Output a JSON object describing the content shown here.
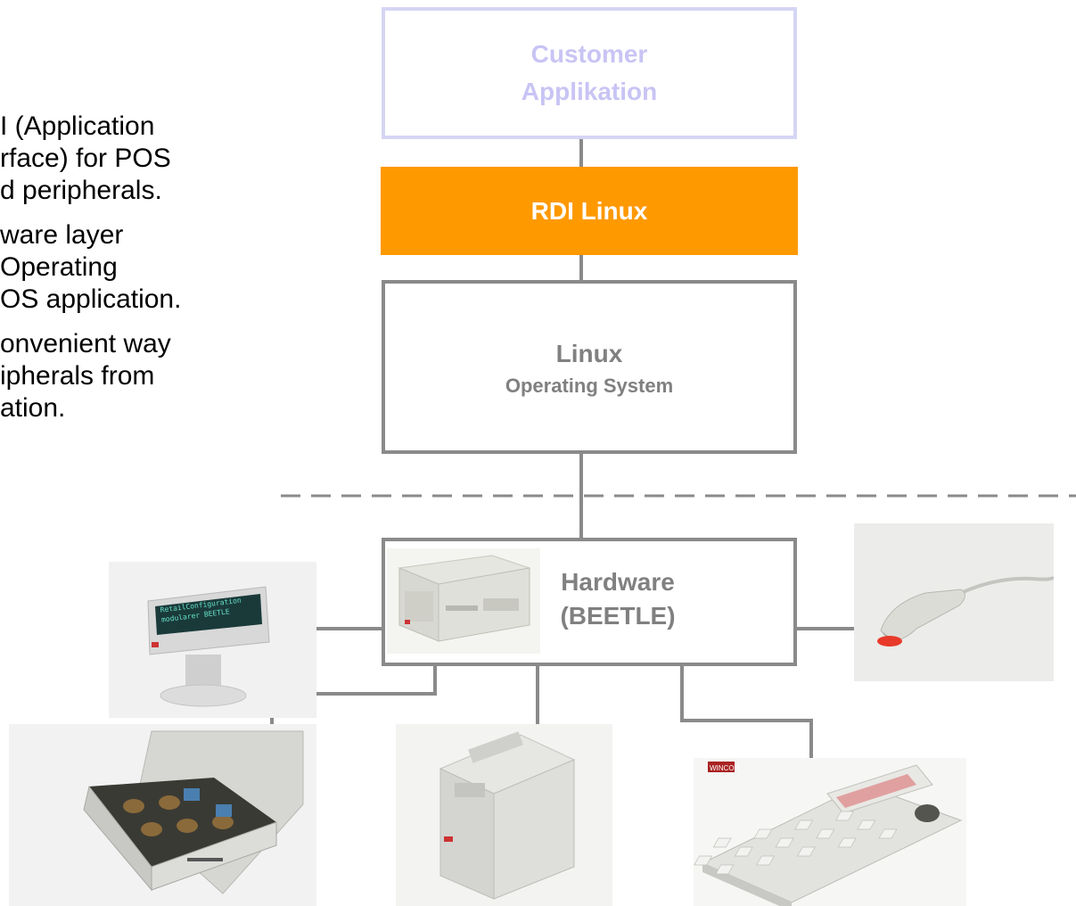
{
  "bullets": [
    "I (Application",
    "rface) for POS",
    "d peripherals.",
    "ware layer",
    " Operating",
    "OS application.",
    "onvenient way",
    "ipherals from",
    "ation."
  ],
  "layers": {
    "customer": {
      "line1": "Customer",
      "line2": "Applikation"
    },
    "rdi": {
      "title": "RDI Linux"
    },
    "linux": {
      "title": "Linux",
      "subtitle": "Operating System"
    },
    "hardware": {
      "line1": "Hardware",
      "line2": "(BEETLE)"
    }
  },
  "devices": {
    "display": {
      "line1": "RetailConfiguration",
      "line2": "modularer BEETLE"
    },
    "keyboard_brand": "WINCOR"
  },
  "colors": {
    "customer_text": "#c8c4f4",
    "customer_border": "#d5d5f4",
    "rdi_fill": "#ff9900",
    "gray": "#8a8a8a",
    "text_gray": "#808080"
  }
}
